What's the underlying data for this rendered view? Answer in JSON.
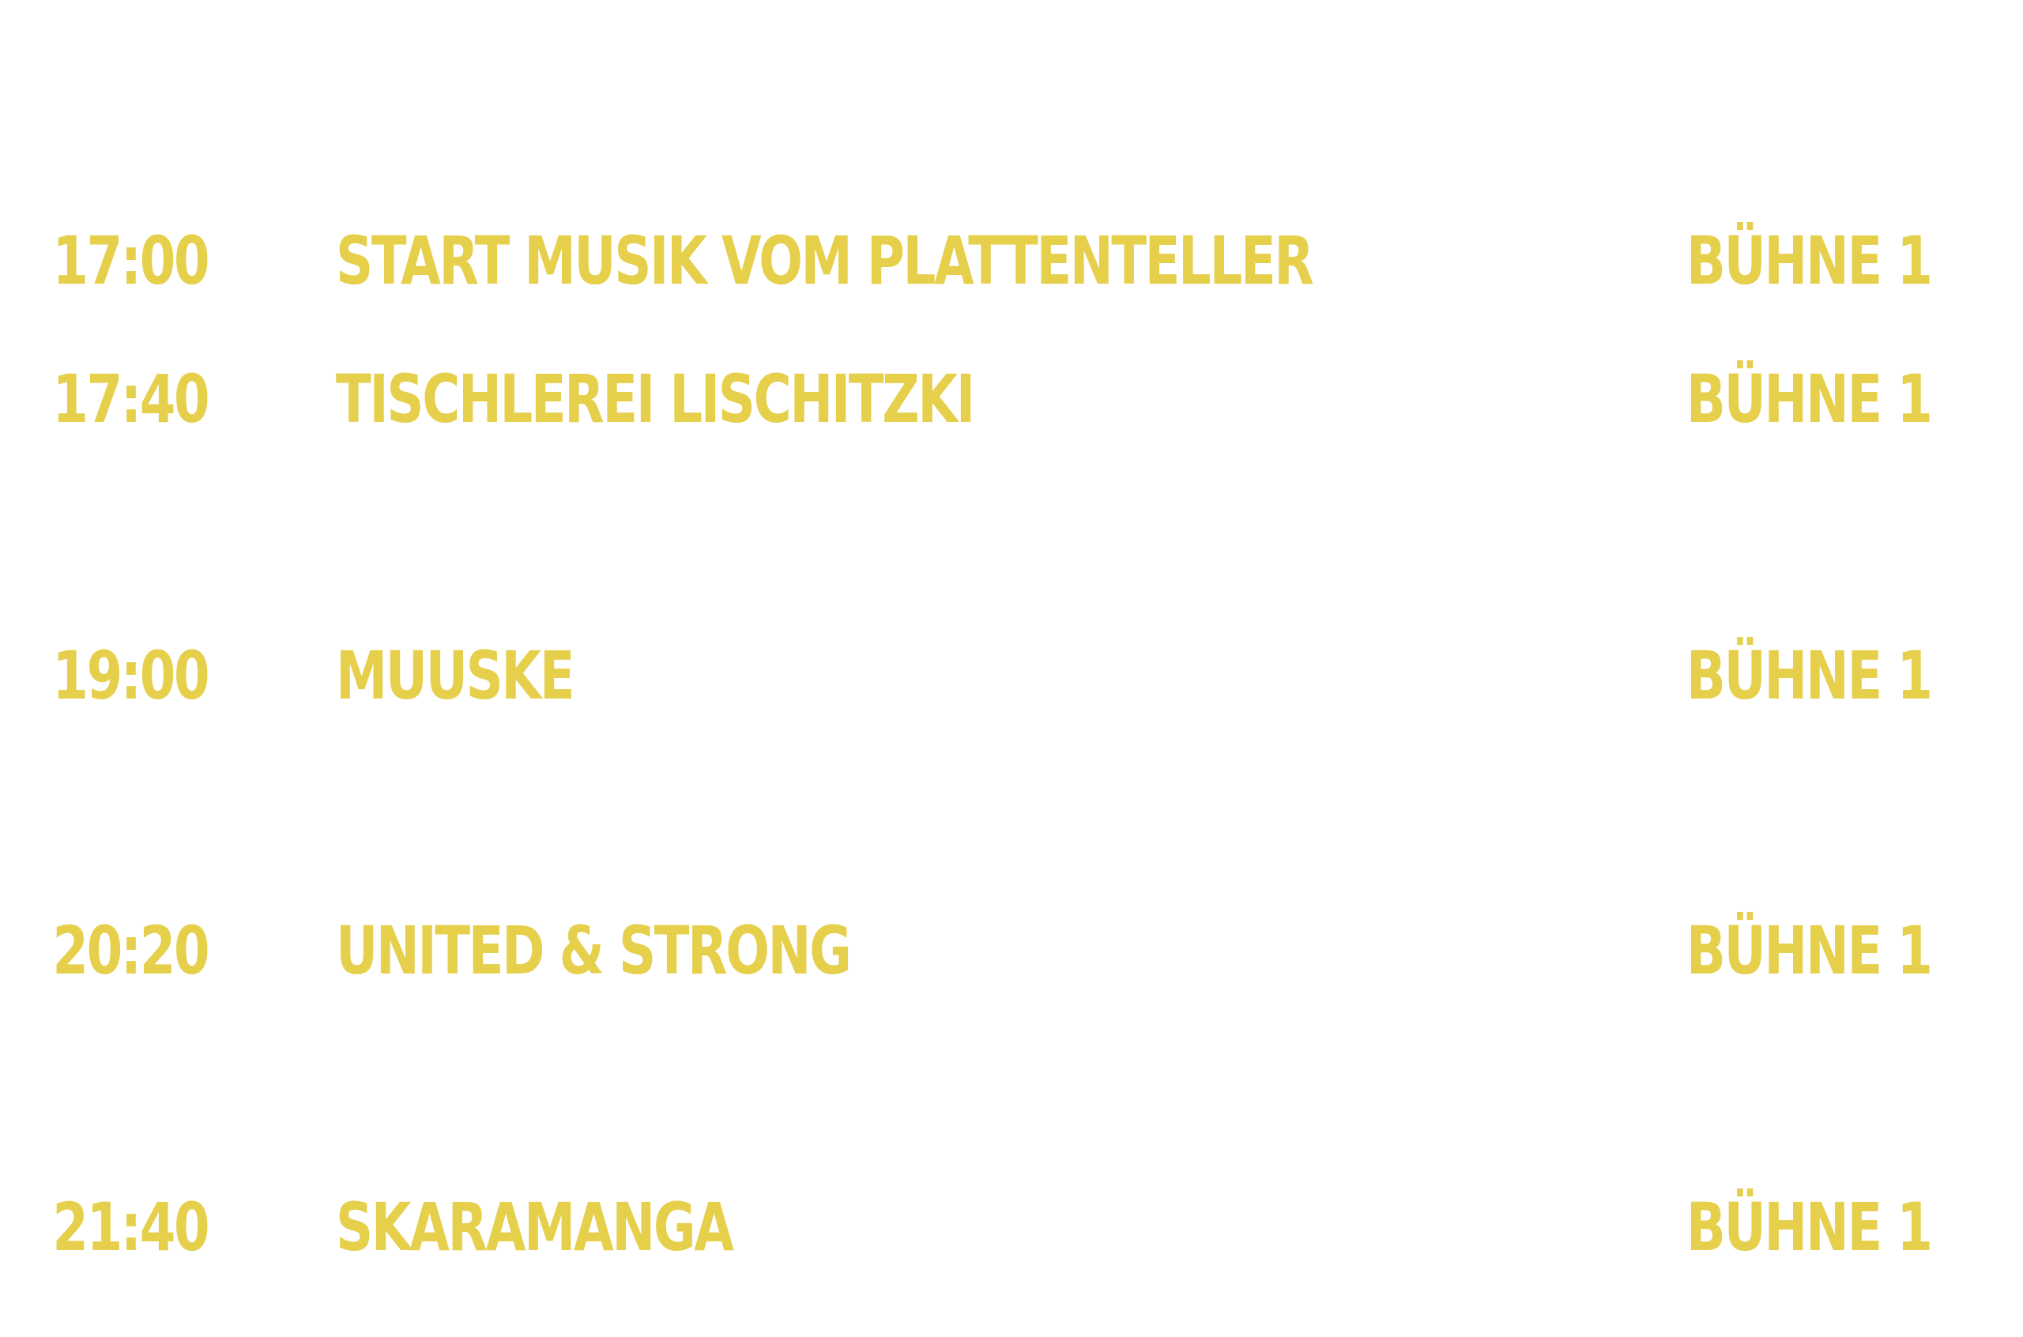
{
  "schedule": {
    "rows": [
      {
        "time": "17:00",
        "act": "START MUSIK VOM PLATTENTELLER",
        "stage": "BÜHNE 1"
      },
      {
        "time": "17:40",
        "act": "TISCHLEREI LISCHITZKI",
        "stage": "BÜHNE 1"
      },
      {
        "time": "19:00",
        "act": "MUUSKE",
        "stage": "BÜHNE 1"
      },
      {
        "time": "20:20",
        "act": "UNITED & STRONG",
        "stage": "BÜHNE 1"
      },
      {
        "time": "21:40",
        "act": "SKARAMANGA",
        "stage": "BÜHNE 1"
      }
    ]
  },
  "colors": {
    "text": "#e5cf4b",
    "background": "#ffffff"
  }
}
